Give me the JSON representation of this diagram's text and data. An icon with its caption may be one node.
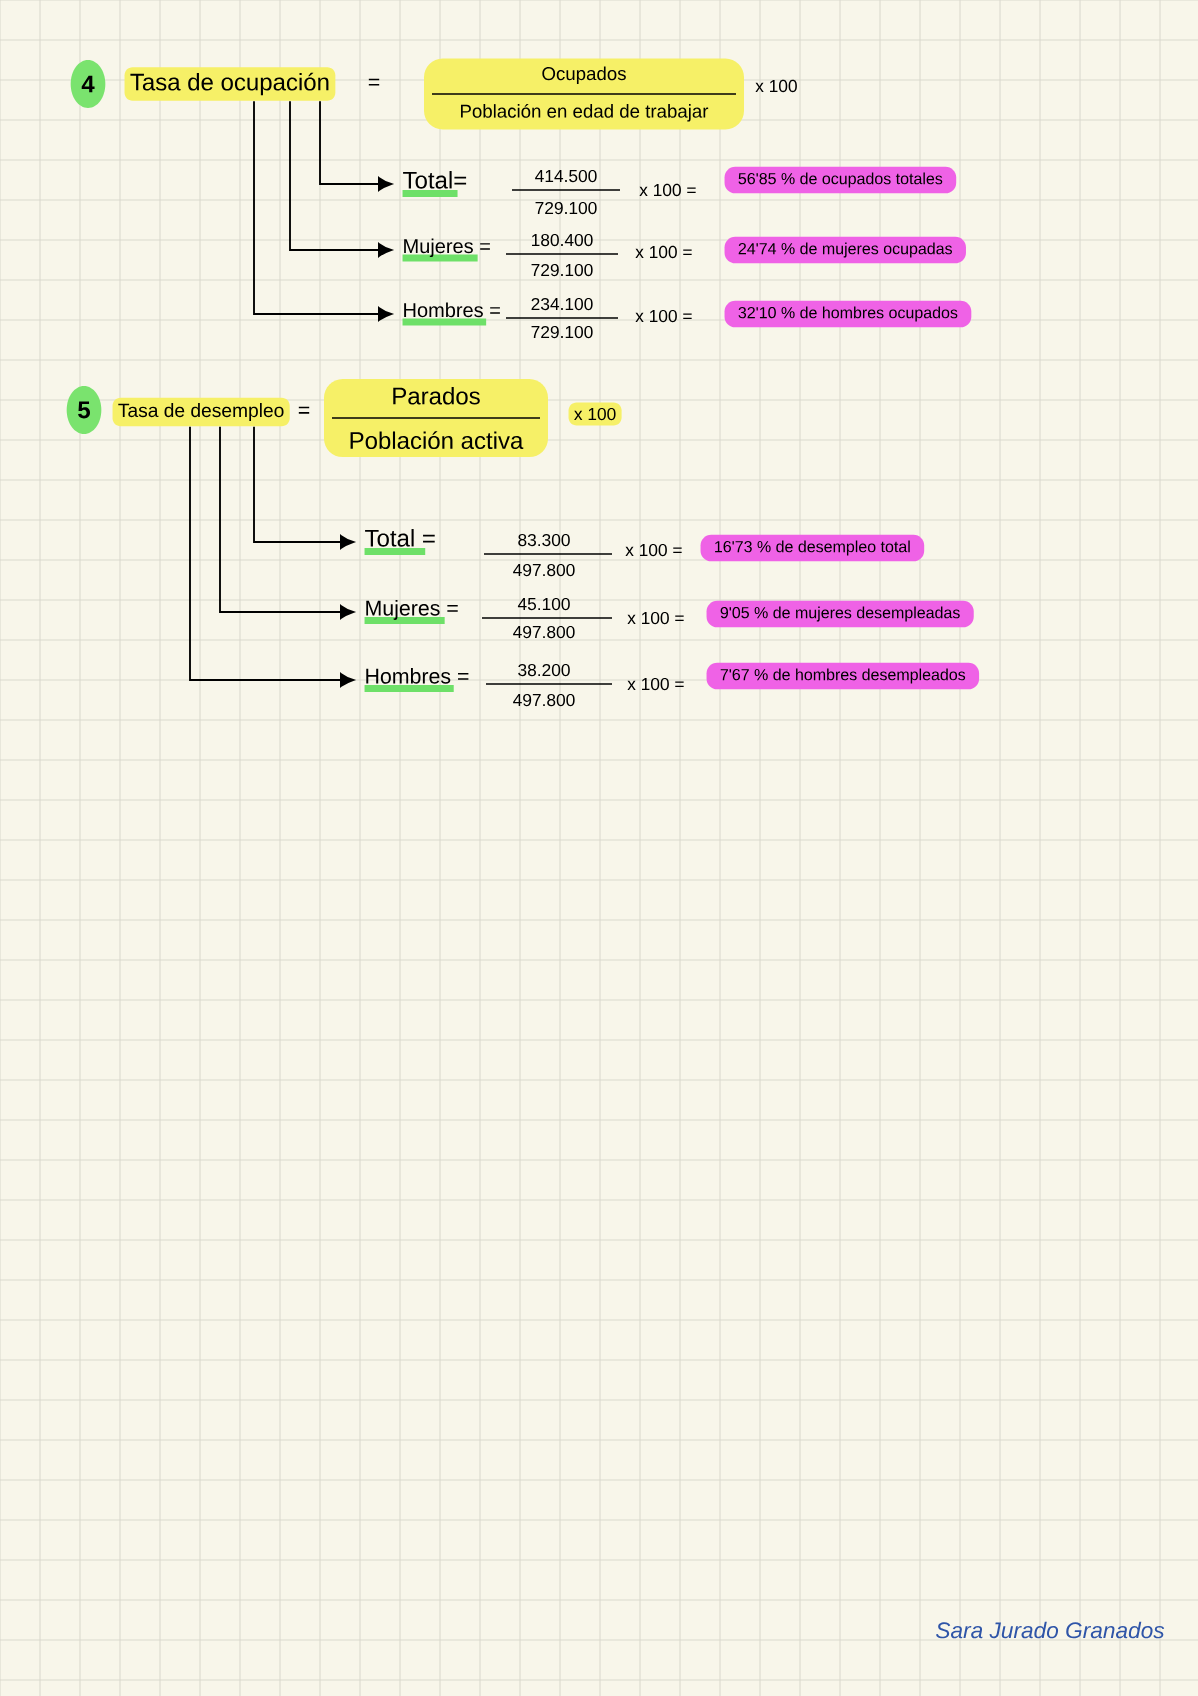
{
  "diagram": {
    "nodes": [
      {
        "text": [
          "4"
        ]
      },
      {
        "text": [
          "Tasa de ocupación"
        ]
      },
      {
        "text": [
          "Ocupados",
          "Población en edad de trabajar"
        ]
      },
      {
        "text": [
          "Total="
        ]
      },
      {
        "text": [
          "56'85 % de ocupados totales"
        ]
      },
      {
        "text": [
          "Mujeres ="
        ]
      },
      {
        "text": [
          "24'74 % de mujeres ocupadas"
        ]
      },
      {
        "text": [
          "Hombres ="
        ]
      },
      {
        "text": [
          "32'10 % de hombres ocupados"
        ]
      },
      {
        "text": [
          "5"
        ]
      },
      {
        "text": [
          "Tasa de desempleo"
        ]
      },
      {
        "text": [
          "Parados",
          "Población activa"
        ]
      },
      {
        "text": [
          "x 100"
        ]
      },
      {
        "text": [
          "Total ="
        ]
      },
      {
        "text": [
          "16'73 % de desempleo total"
        ]
      },
      {
        "text": [
          "Mujeres ="
        ]
      },
      {
        "text": [
          "9'05 % de mujeres desempleadas"
        ]
      },
      {
        "text": [
          "Hombres ="
        ]
      },
      {
        "text": [
          "7'67 % de hombres desempleados"
        ]
      }
    ],
    "edges": [
      {
        "from": 1,
        "to": 3,
        "arrow": "to"
      },
      {
        "from": 1,
        "to": 5,
        "arrow": "to"
      },
      {
        "from": 1,
        "to": 7,
        "arrow": "to"
      },
      {
        "from": 10,
        "to": 13,
        "arrow": "to"
      },
      {
        "from": 10,
        "to": 15,
        "arrow": "to"
      },
      {
        "from": 10,
        "to": 17,
        "arrow": "to"
      }
    ],
    "labels": [
      "=",
      "x 100",
      "414.500",
      "729.100",
      "x 100 =",
      "180.400",
      "729.100",
      "x 100 =",
      "234.100",
      "729.100",
      "x 100 =",
      "=",
      "83.300",
      "497.800",
      "x 100 =",
      "45.100",
      "497.800",
      "x 100 =",
      "38.200",
      "497.800",
      "x 100 =",
      "Sara Jurado Granados"
    ]
  }
}
